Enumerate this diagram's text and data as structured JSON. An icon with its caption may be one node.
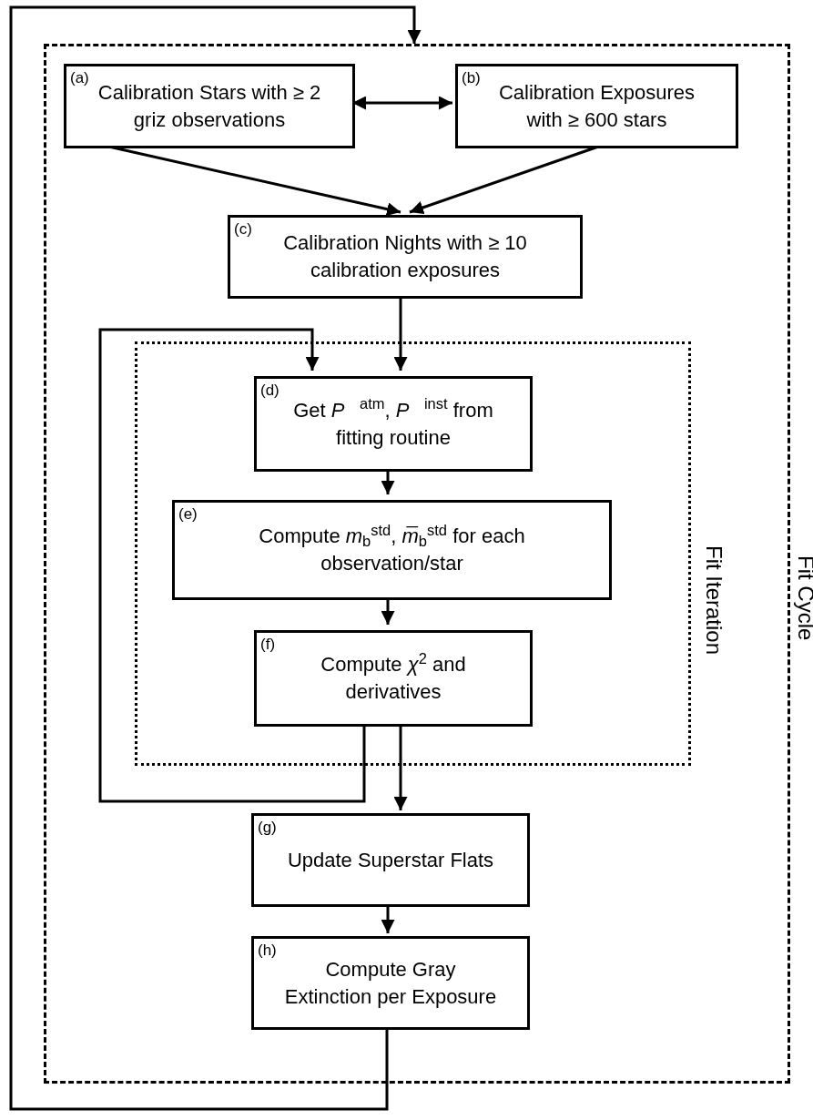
{
  "diagram": {
    "nodes": [
      {
        "text": [
          "Fit Cycle"
        ]
      },
      {
        "text": [
          "(a)",
          "Calibration Stars with ≥ 2 griz observations"
        ],
        "in": 0
      },
      {
        "text": [
          "(b)",
          "Calibration Exposures with ≥ 600 stars"
        ],
        "in": 0
      },
      {
        "text": [
          "(c)",
          "Calibration Nights with ≥ 10 calibration exposures"
        ],
        "in": 0
      },
      {
        "text": [
          "Fit Iteration"
        ],
        "in": 0
      },
      {
        "text": [
          "(d)",
          "Get *P⃗*$^{atm}$, *P⃗*$^{inst}$ from fitting routine"
        ],
        "in": 4
      },
      {
        "text": [
          "(e)",
          "Compute *m*$_{b}$$^{std}$, *m̅*$_{b}$$^{std}$ for each observation/star"
        ],
        "in": 4
      },
      {
        "text": [
          "(f)",
          "Compute *χ*$^{2}$ and derivatives"
        ],
        "in": 4
      },
      {
        "text": [
          "(g)",
          "Update Superstar Flats"
        ],
        "in": 0
      },
      {
        "text": [
          "(h)",
          "Compute Gray Extinction per Exposure"
        ],
        "in": 0
      }
    ],
    "edges": [
      {
        "from": 1,
        "to": 2,
        "arrow": "both"
      },
      {
        "from": 1,
        "to": 3,
        "arrow": "to"
      },
      {
        "from": 2,
        "to": 3,
        "arrow": "to"
      },
      {
        "from": 3,
        "to": 5,
        "arrow": "to"
      },
      {
        "from": 5,
        "to": 6,
        "arrow": "to"
      },
      {
        "from": 6,
        "to": 7,
        "arrow": "to"
      },
      {
        "from": 7,
        "to": 5,
        "arrow": "to"
      },
      {
        "from": 7,
        "to": 8,
        "arrow": "to"
      },
      {
        "from": 8,
        "to": 9,
        "arrow": "to"
      },
      {
        "from": 9,
        "to": 0,
        "arrow": "to"
      }
    ]
  }
}
